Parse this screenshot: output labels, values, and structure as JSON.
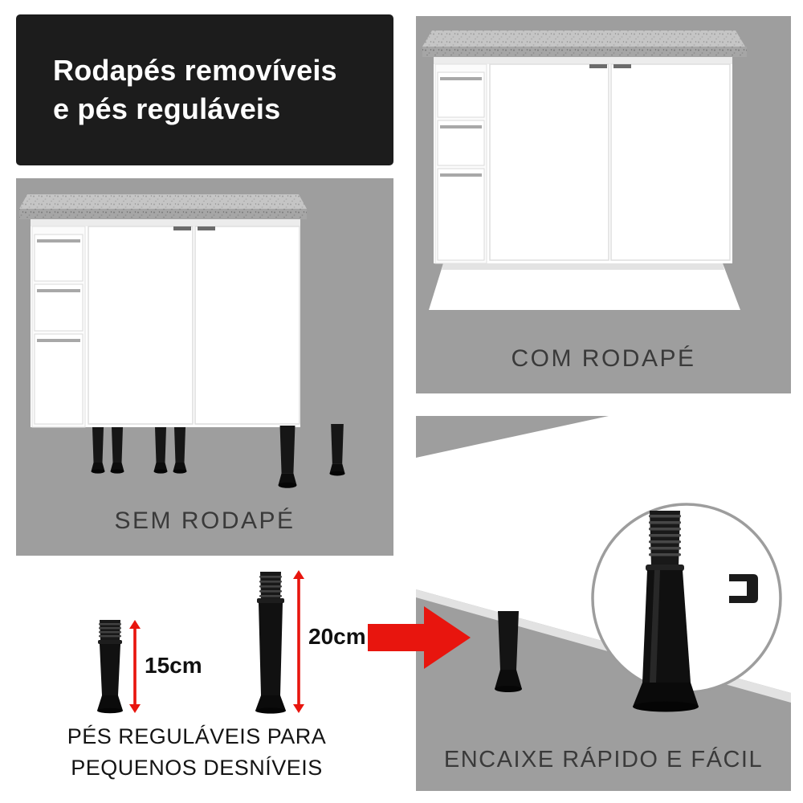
{
  "header": {
    "line1": "Rodapés removíveis",
    "line2": "e pés reguláveis"
  },
  "panels": {
    "sem_rodape": {
      "label": "SEM RODAPÉ"
    },
    "com_rodape": {
      "label": "COM RODAPÉ"
    },
    "encaixe": {
      "label": "ENCAIXE RÁPIDO E FÁCIL"
    }
  },
  "measurements": {
    "small_foot": "15cm",
    "large_foot": "20cm"
  },
  "caption": {
    "line1": "PÉS REGULÁVEIS PARA",
    "line2": "PEQUENOS DESNÍVEIS"
  },
  "colors": {
    "header_bg": "#1c1c1c",
    "panel_bg": "#9e9e9e",
    "accent_red": "#e8150e",
    "label_text": "#3a3a3a",
    "foot_black": "#121212",
    "cabinet_white": "#ffffff"
  }
}
